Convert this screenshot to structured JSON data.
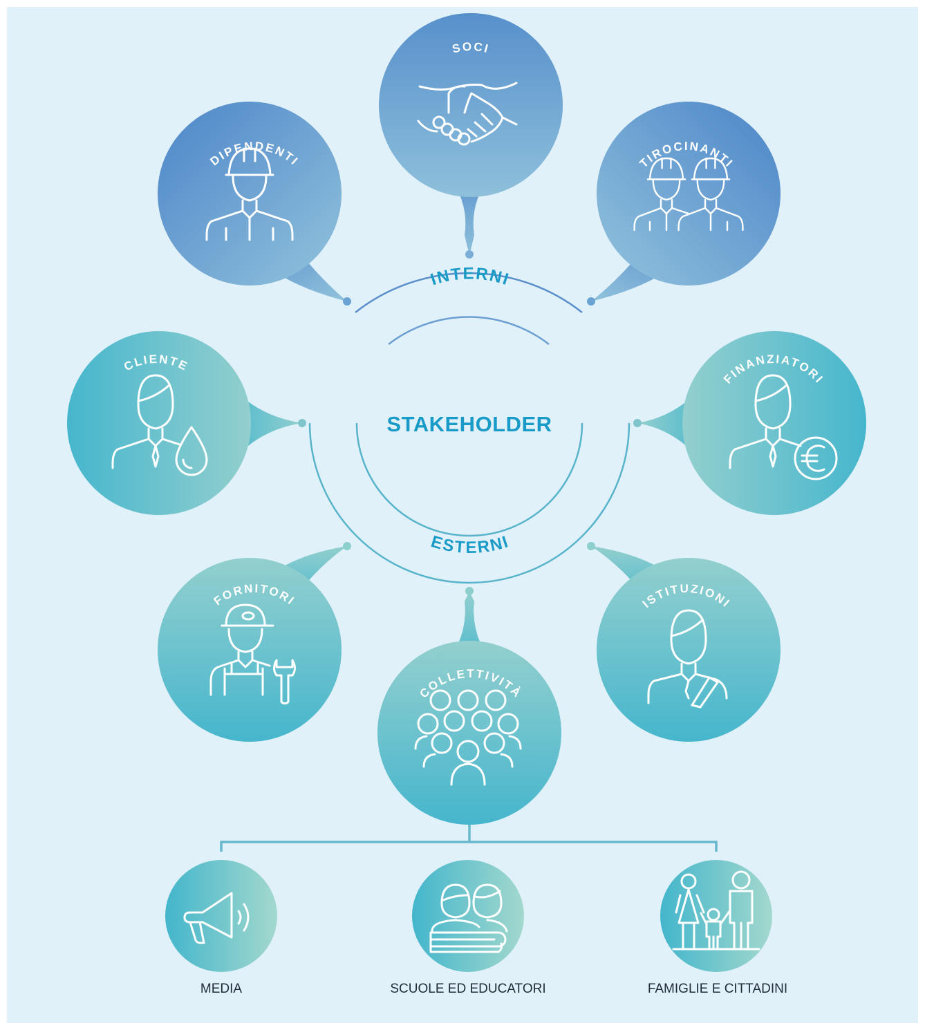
{
  "center": {
    "title": "STAKEHOLDER",
    "internal_label": "INTERNI",
    "external_label": "ESTERNI"
  },
  "internal_stakeholders": [
    {
      "id": "dipendenti",
      "label": "DIPENDENTI",
      "icon": "worker-helmet-icon"
    },
    {
      "id": "soci",
      "label": "SOCI",
      "icon": "handshake-icon"
    },
    {
      "id": "tirocinanti",
      "label": "TIROCINANTI",
      "icon": "two-workers-icon"
    }
  ],
  "external_stakeholders": [
    {
      "id": "cliente",
      "label": "CLIENTE",
      "icon": "person-water-drop-icon"
    },
    {
      "id": "finanziatori",
      "label": "FINANZIATORI",
      "icon": "person-euro-icon"
    },
    {
      "id": "fornitori",
      "label": "FORNITORI",
      "icon": "worker-wrench-icon"
    },
    {
      "id": "collettivita",
      "label": "COLLETTIVITÀ",
      "icon": "crowd-icon"
    },
    {
      "id": "istituzioni",
      "label": "ISTITUZIONI",
      "icon": "person-sash-icon"
    }
  ],
  "collettivita_groups": [
    {
      "id": "media",
      "label": "MEDIA",
      "icon": "megaphone-icon"
    },
    {
      "id": "scuole",
      "label": "SCUOLE ED EDUCATORI",
      "icon": "teachers-book-icon"
    },
    {
      "id": "famiglie",
      "label": "FAMIGLIE E CITTADINI",
      "icon": "family-icon"
    }
  ],
  "colors": {
    "background": "#e1f1f9",
    "internal_blue": "#5790cc",
    "external_teal": "#4ab7cd",
    "light_teal": "#8ecfcc",
    "center_text": "#1a9bc7"
  }
}
